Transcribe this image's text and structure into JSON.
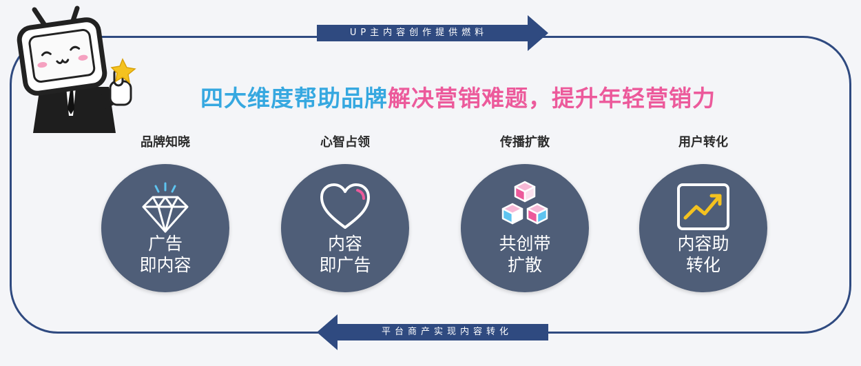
{
  "arrows": {
    "top": "UP主内容创作提供燃料",
    "bottom": "平台商产实现内容转化"
  },
  "headline": {
    "part1": "四大维度帮助品牌",
    "part2": "解决营销难题，提升年轻营销力"
  },
  "pillars": [
    {
      "label": "品牌知晓",
      "line1": "广告",
      "line2": "即内容",
      "icon": "diamond-icon"
    },
    {
      "label": "心智占领",
      "line1": "内容",
      "line2": "即广告",
      "icon": "heart-icon"
    },
    {
      "label": "传播扩散",
      "line1": "共创带",
      "line2": "扩散",
      "icon": "cubes-icon"
    },
    {
      "label": "用户转化",
      "line1": "内容助",
      "line2": "转化",
      "icon": "growth-chart-icon"
    }
  ],
  "colors": {
    "navy": "#2f4a80",
    "circle": "#4f5e78",
    "headline_blue": "#36a8e0",
    "headline_pink": "#ec5a9b"
  }
}
